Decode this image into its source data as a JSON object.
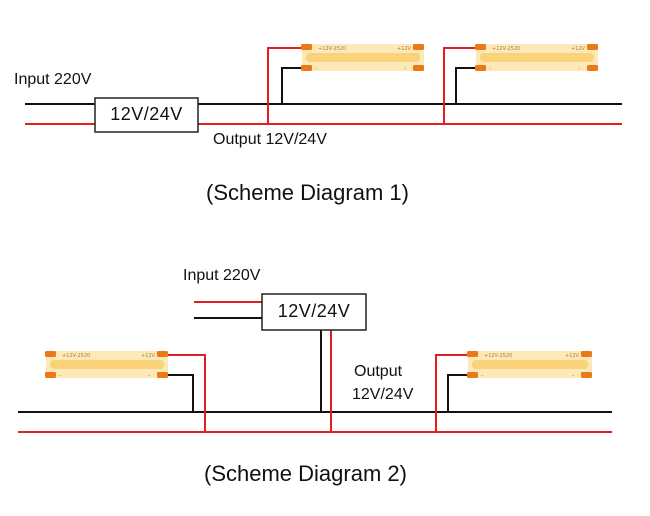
{
  "scheme1": {
    "input_label": "Input 220V",
    "driver_label": "12V/24V",
    "output_label": "Output 12V/24V",
    "caption": "(Scheme Diagram 1)",
    "strip_text": {
      "left_marking": "+12V-2520",
      "right_marking": "+12V",
      "minus": "–"
    }
  },
  "scheme2": {
    "input_label": "Input 220V",
    "driver_label": "12V/24V",
    "output_label_line1": "Output",
    "output_label_line2": "12V/24V",
    "caption": "(Scheme Diagram 2)",
    "strip_text": {
      "left_marking": "+12V-2520",
      "right_marking": "+12V",
      "minus": "–"
    }
  },
  "colors": {
    "positive_wire": "#e02020",
    "negative_wire": "#111111",
    "strip_body": "#fde9b8",
    "strip_glow": "#f9d27a",
    "strip_pad": "#ea7a18"
  }
}
